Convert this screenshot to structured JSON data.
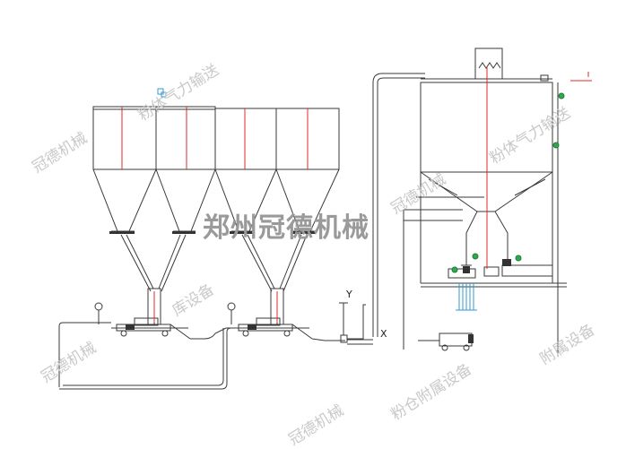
{
  "watermark": {
    "brand": "冠德机械",
    "product": "粉体气力输送",
    "company": "郑州冠德机械",
    "silo_accessory": "粉仓附属设备",
    "equipment": "库设备",
    "accessory": "附属设备"
  },
  "labels": {
    "vertical_axis": "Y",
    "cross_mark": "X"
  },
  "colors": {
    "line": "#3a3a3a",
    "centerline": "#e0282a",
    "valve": "#2fa84f",
    "detail": "#3399cc"
  }
}
